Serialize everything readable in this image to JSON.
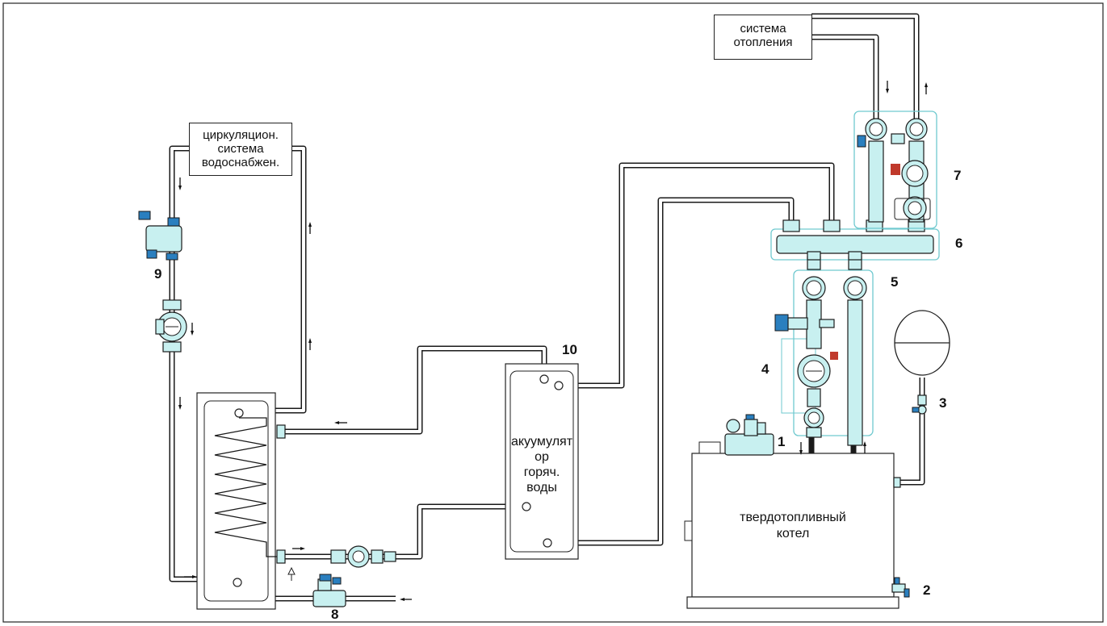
{
  "labels": {
    "heating_system": "система\nотопления",
    "circulation_system": "циркуляцион.\nсистема\nводоснабжен.",
    "accumulator": "акуумулятор\nгоряч.\nводы",
    "boiler": "твердотопливный\nкотел"
  },
  "callouts": [
    "1",
    "2",
    "3",
    "4",
    "5",
    "6",
    "7",
    "8",
    "9",
    "10"
  ],
  "colors": {
    "fitting_fill": "#c8f0f0",
    "accent": "#2a7fbf",
    "line": "#1a1a1a"
  }
}
